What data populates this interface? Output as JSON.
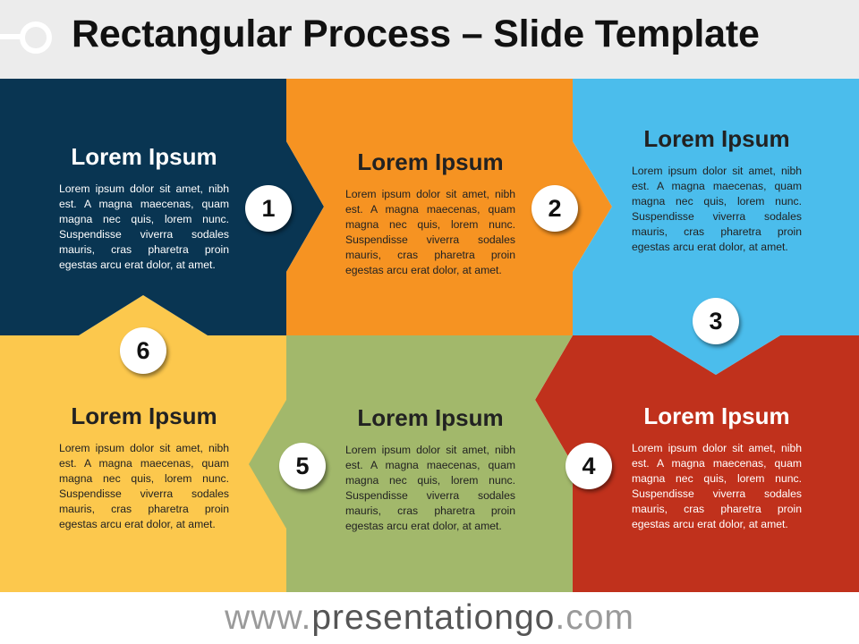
{
  "header": {
    "title": "Rectangular Process – Slide Template"
  },
  "colors": {
    "step1": "#093552",
    "step2": "#f69322",
    "step3": "#4bbdec",
    "step4": "#c0311c",
    "step5": "#a2b86b",
    "step6": "#fcc84d"
  },
  "steps": [
    {
      "number": "1",
      "heading": "Lorem Ipsum",
      "body": "Lorem ipsum dolor sit amet, nibh est. A magna maecenas, quam magna nec quis, lorem nunc. Suspendisse viverra sodales mauris, cras pharetra proin egestas arcu erat dolor, at amet."
    },
    {
      "number": "2",
      "heading": "Lorem Ipsum",
      "body": "Lorem ipsum dolor sit amet, nibh est. A magna maecenas, quam magna nec quis, lorem nunc. Suspendisse viverra sodales mauris, cras pharetra proin egestas arcu erat dolor, at amet."
    },
    {
      "number": "3",
      "heading": "Lorem Ipsum",
      "body": "Lorem ipsum dolor sit amet, nibh est. A magna maecenas, quam magna nec quis, lorem nunc. Suspendisse viverra sodales mauris, cras pharetra proin egestas arcu erat dolor, at amet."
    },
    {
      "number": "4",
      "heading": "Lorem Ipsum",
      "body": "Lorem ipsum dolor sit amet, nibh est. A magna maecenas, quam magna nec quis, lorem nunc. Suspendisse viverra sodales mauris, cras pharetra proin egestas arcu erat dolor, at amet."
    },
    {
      "number": "5",
      "heading": "Lorem Ipsum",
      "body": "Lorem ipsum dolor sit amet, nibh est. A magna maecenas, quam magna nec quis, lorem nunc. Suspendisse viverra sodales mauris, cras pharetra proin egestas arcu erat dolor, at amet."
    },
    {
      "number": "6",
      "heading": "Lorem Ipsum",
      "body": "Lorem ipsum dolor sit amet, nibh est. A magna maecenas, quam magna nec quis, lorem nunc. Suspendisse viverra sodales mauris, cras pharetra proin egestas arcu erat dolor, at amet."
    }
  ],
  "footer": {
    "prefix": "www.",
    "brand": "presentationgo",
    "suffix": ".com"
  }
}
